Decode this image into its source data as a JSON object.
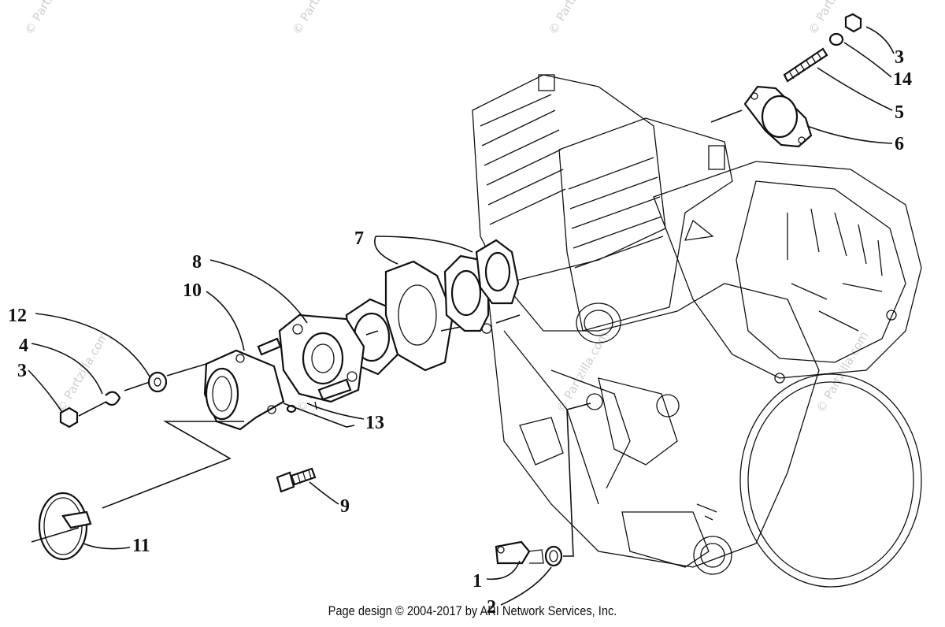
{
  "diagram": {
    "callouts": [
      "3",
      "14",
      "5",
      "6",
      "7",
      "8",
      "10",
      "12",
      "4",
      "3",
      "13",
      "9",
      "11",
      "1",
      "2"
    ],
    "watermark": "© Partzilla.com"
  },
  "footer": {
    "text": "Page design © 2004-2017 by ARI Network Services, Inc."
  },
  "colors": {
    "ink": "#111111",
    "watermark": "#cfcfcf",
    "background": "#ffffff"
  }
}
